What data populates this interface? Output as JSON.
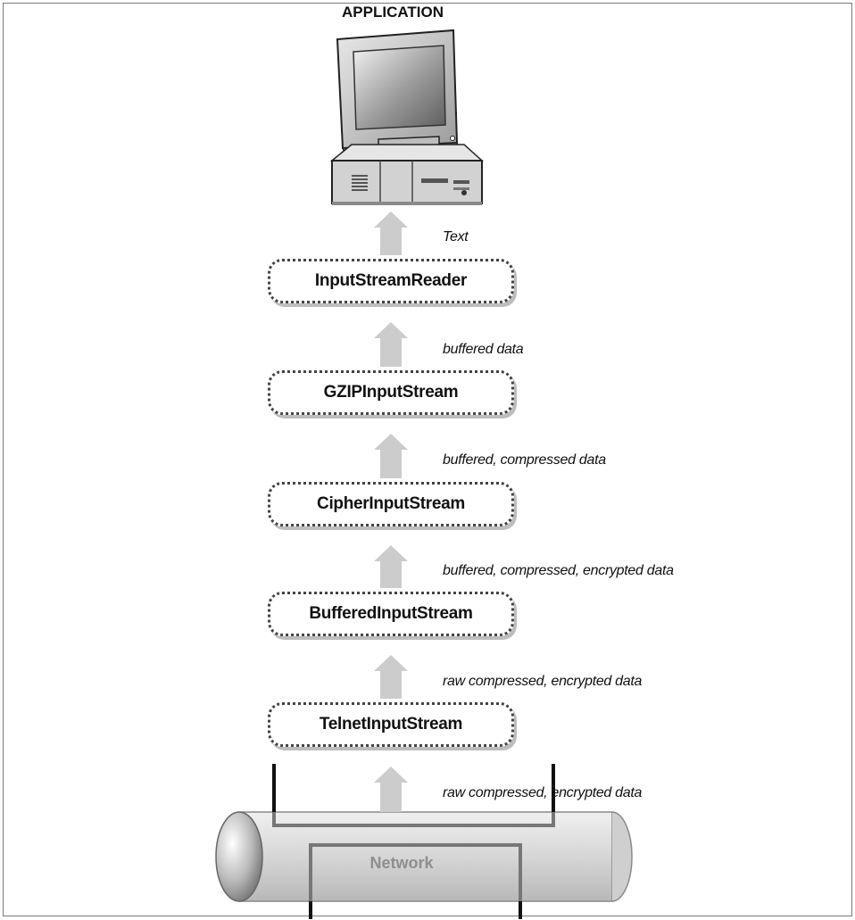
{
  "application": {
    "title": "APPLICATION",
    "icon": "desktop-computer-icon"
  },
  "stages": [
    {
      "name": "InputStreamReader"
    },
    {
      "name": "GZIPInputStream"
    },
    {
      "name": "CipherInputStream"
    },
    {
      "name": "BufferedInputStream"
    },
    {
      "name": "TelnetInputStream"
    }
  ],
  "flows": [
    {
      "label": "Text"
    },
    {
      "label": "buffered data"
    },
    {
      "label": "buffered, compressed data"
    },
    {
      "label": "buffered, compressed, encrypted data"
    },
    {
      "label": "raw compressed, encrypted data"
    },
    {
      "label": "raw compressed, encrypted data"
    }
  ],
  "network": {
    "label": "Network",
    "icon": "network-pipe-icon"
  },
  "colors": {
    "arrow": "#cccccc",
    "box_border": "#444444",
    "box_shadow": "#bdbdbd",
    "pipe": "#d9d9d9",
    "network_label": "#8e8e8e"
  }
}
